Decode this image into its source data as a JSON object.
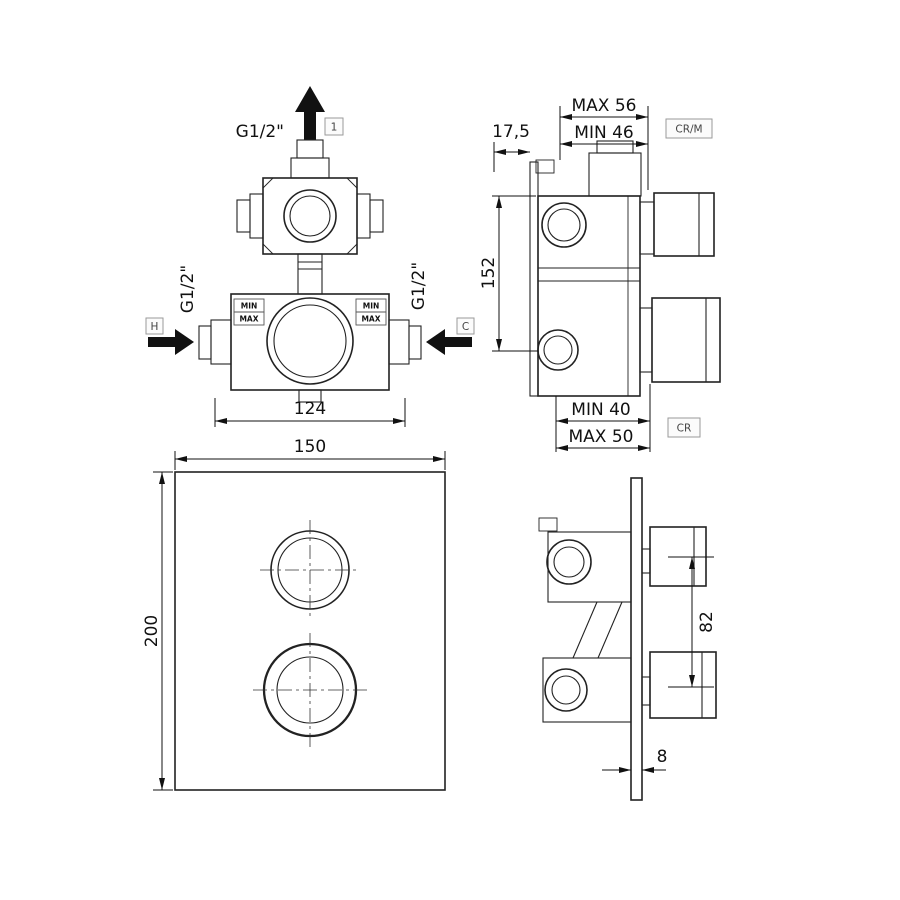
{
  "drawing": {
    "front_view": {
      "outlet_label": "G1/2\"",
      "outlet_ref": "1",
      "hot_inlet_label": "G1/2\"",
      "cold_inlet_label": "G1/2\"",
      "hot_tag": "H",
      "cold_tag": "C",
      "min_tag": "MIN",
      "max_tag": "MAX",
      "body_width": "124"
    },
    "plate_view": {
      "width": "150",
      "height": "200"
    },
    "side_view": {
      "flange_depth": "17,5",
      "handle_max": "MAX 56",
      "handle_min": "MIN 46",
      "finish_code_top": "CR/M",
      "height": "152",
      "handle_min_bottom": "MIN 40",
      "handle_max_bottom": "MAX 50",
      "finish_code_bottom": "CR"
    },
    "installed_view": {
      "handle_distance": "82",
      "plate_thickness": "8"
    }
  }
}
